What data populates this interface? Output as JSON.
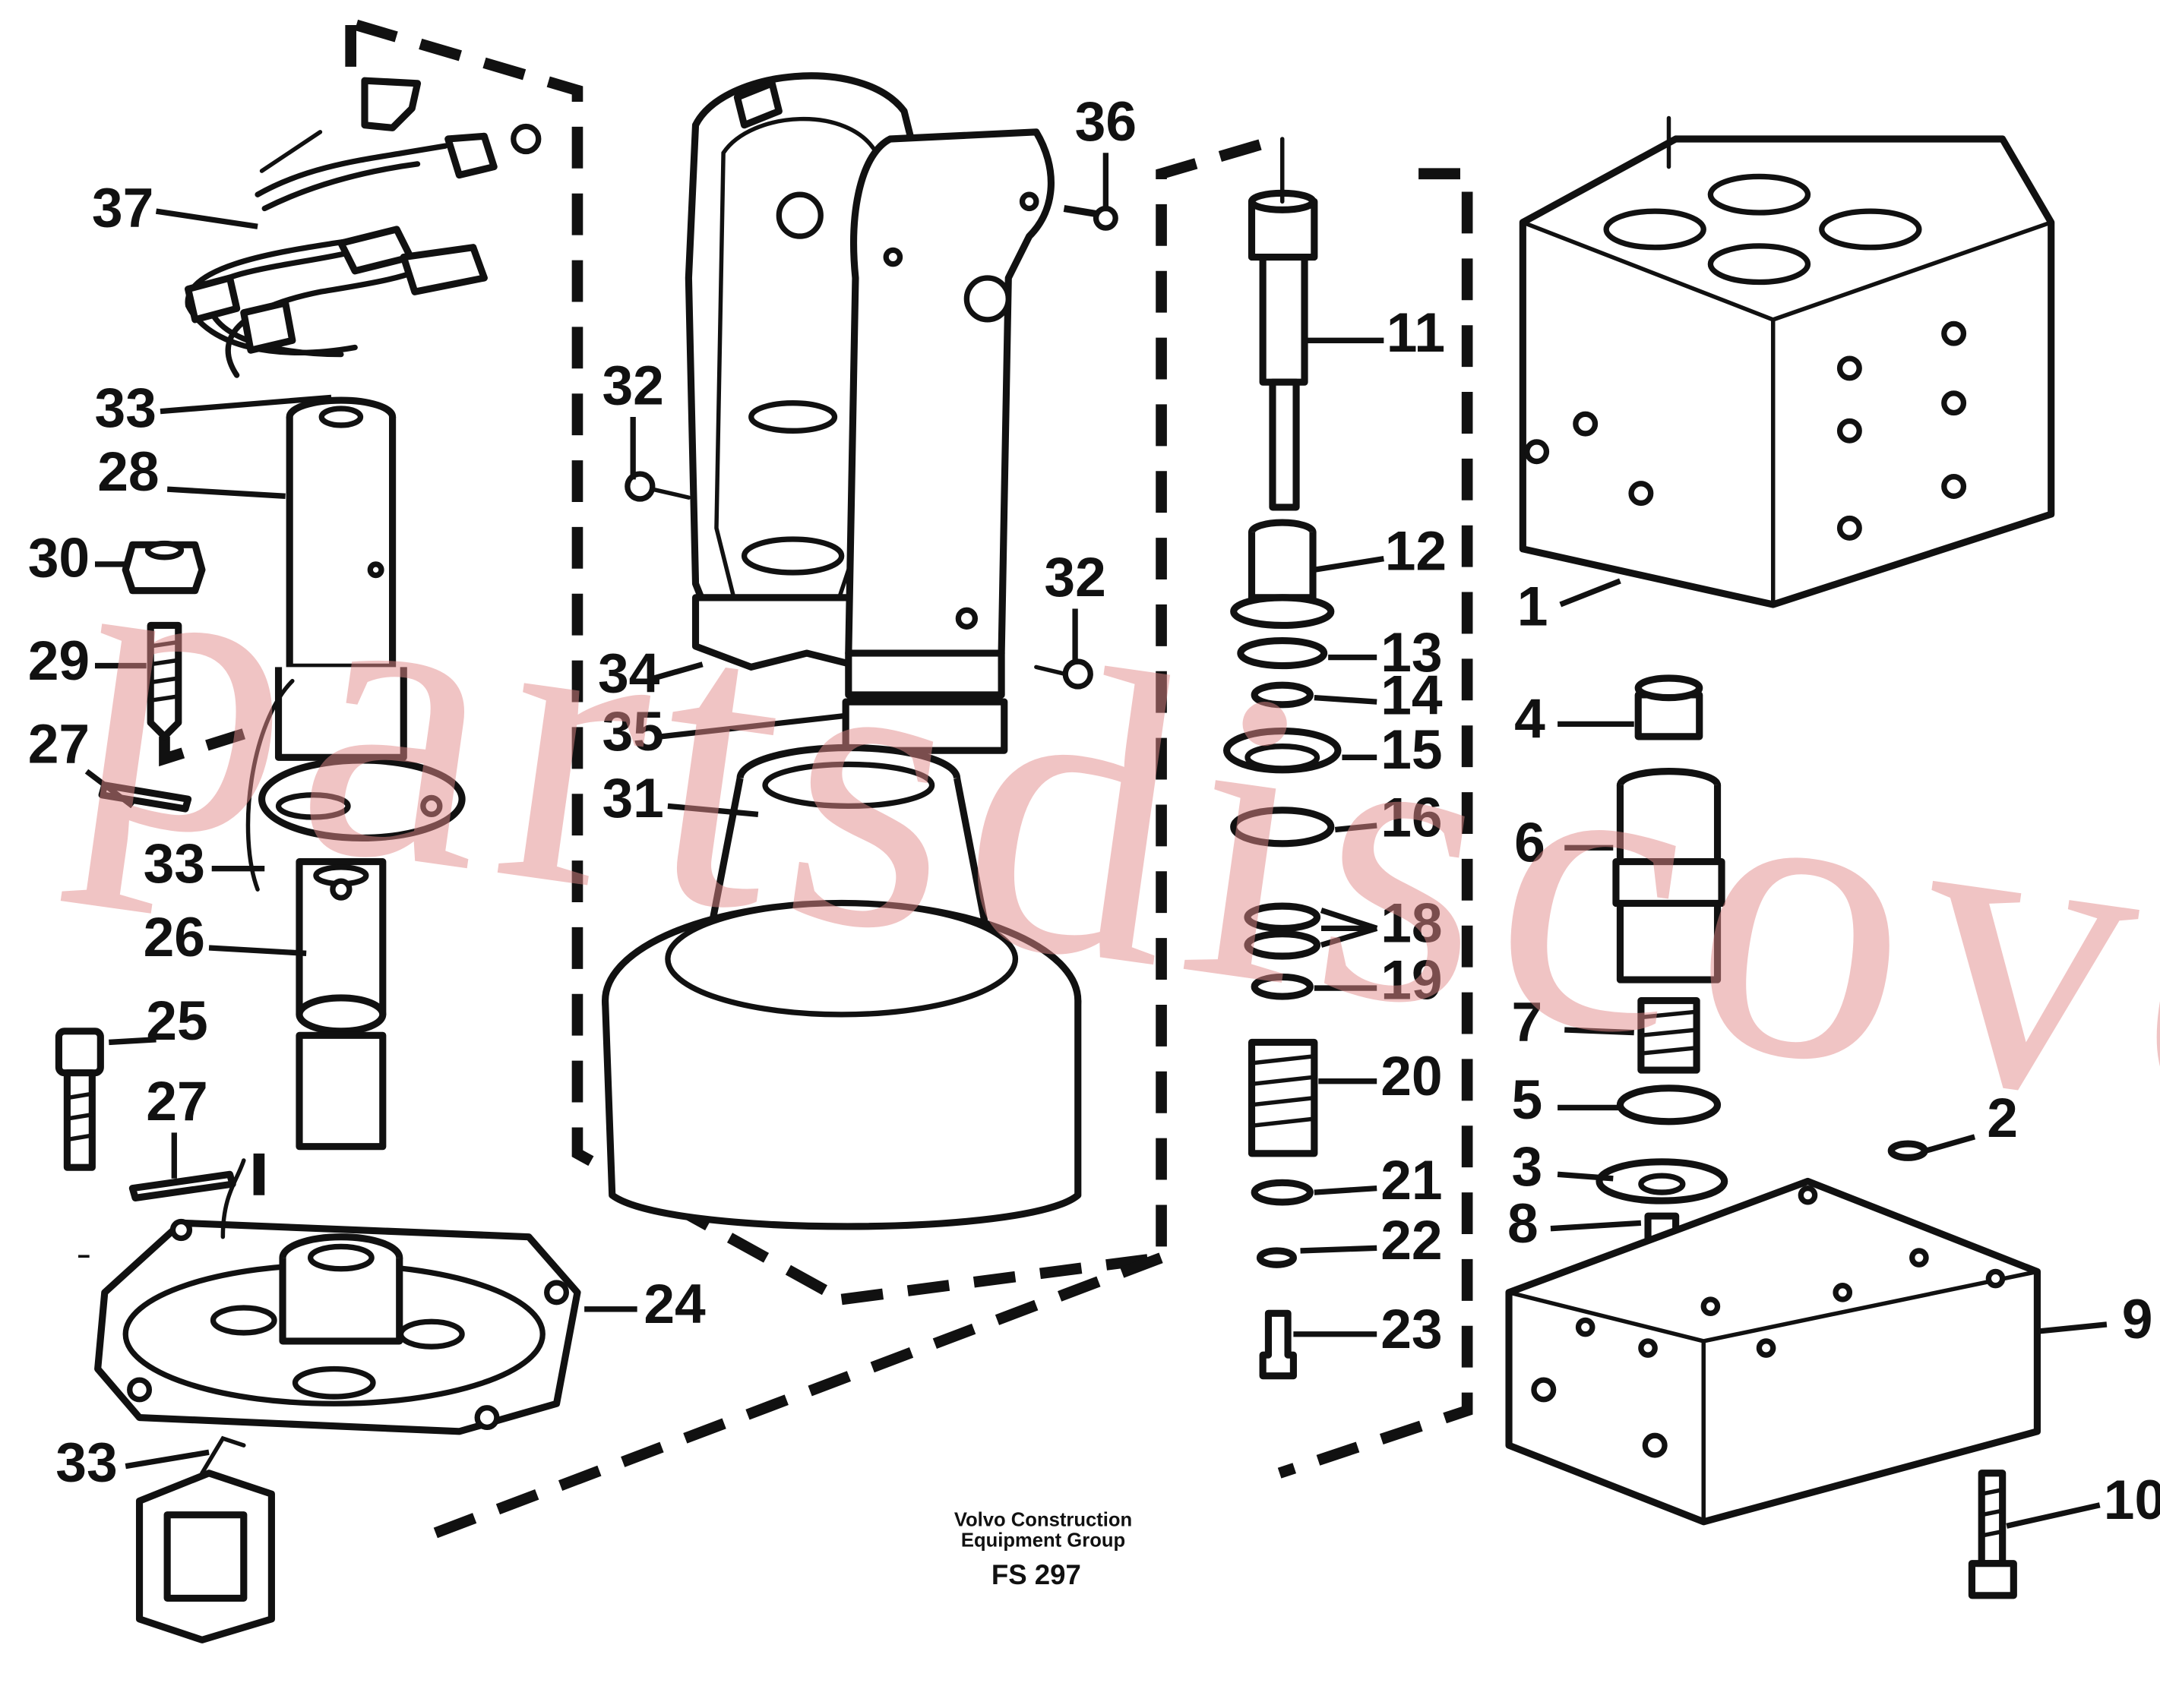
{
  "callouts": [
    {
      "label": "37"
    },
    {
      "label": "33"
    },
    {
      "label": "28"
    },
    {
      "label": "30"
    },
    {
      "label": "29"
    },
    {
      "label": "27"
    },
    {
      "label": "33"
    },
    {
      "label": "26"
    },
    {
      "label": "25"
    },
    {
      "label": "27"
    },
    {
      "label": "24"
    },
    {
      "label": "33"
    },
    {
      "label": "32"
    },
    {
      "label": "34"
    },
    {
      "label": "35"
    },
    {
      "label": "31"
    },
    {
      "label": "36"
    },
    {
      "label": "32"
    },
    {
      "label": "11"
    },
    {
      "label": "12"
    },
    {
      "label": "13"
    },
    {
      "label": "14"
    },
    {
      "label": "15"
    },
    {
      "label": "16"
    },
    {
      "label": "18"
    },
    {
      "label": "19"
    },
    {
      "label": "20"
    },
    {
      "label": "21"
    },
    {
      "label": "22"
    },
    {
      "label": "23"
    },
    {
      "label": "1"
    },
    {
      "label": "4"
    },
    {
      "label": "6"
    },
    {
      "label": "7"
    },
    {
      "label": "5"
    },
    {
      "label": "3"
    },
    {
      "label": "8"
    },
    {
      "label": "2"
    },
    {
      "label": "9"
    },
    {
      "label": "10"
    }
  ],
  "footer": {
    "company_line1": "Volvo Construction",
    "company_line2": "Equipment Group",
    "figure_code": "FS 297"
  },
  "watermark": "partsdiscover.com"
}
